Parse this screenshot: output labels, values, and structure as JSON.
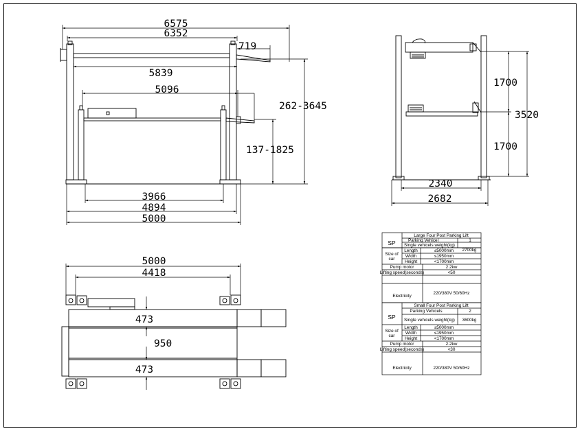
{
  "dims": {
    "front": {
      "overall_top": "6575",
      "span_top": "6352",
      "ramp": "719",
      "inner_span": "5839",
      "platform_span": "5096",
      "height_range": "262-3645",
      "lift_range": "137-1825",
      "post_inner": "3966",
      "post_outer": "4894",
      "overall_bottom": "5000"
    },
    "side": {
      "upper_level": "1700",
      "total_height": "3520",
      "lower_level": "1700",
      "inner_width": "2340",
      "outer_width": "2682"
    },
    "plan": {
      "overall": "5000",
      "inner": "4418",
      "runway_top": "473",
      "gap": "950",
      "runway_bottom": "473"
    }
  },
  "spec_tables": [
    {
      "title": "Large Four Post Parking Lift",
      "sp_label": "SP",
      "parking_label": "Parking Vehicel",
      "parking_value": "1",
      "weight_label": "Single vehicels weight(kg)",
      "weight_value": "2700kg",
      "size_label_1": "Size of",
      "size_label_2": "car",
      "length_label": "Length",
      "length_value": "≤5000mm",
      "width_label": "Width",
      "width_value": "≤1950mm",
      "height_label": "Height",
      "height_value": "<1700mm",
      "pump_label": "Pump motor",
      "pump_value": "2.2kw",
      "speed_label": "Lifting speed(seconds)",
      "speed_value": "<50",
      "elec_label": "Electricity",
      "elec_value": "220/380V 50/60Hz"
    },
    {
      "title": "Small Four Post Parking Lift",
      "sp_label": "SP",
      "parking_label": "Parking Vehicels",
      "parking_value": "2",
      "weight_label": "Single vehicels weight(kg)",
      "weight_value": "3600kg",
      "size_label_1": "Size of",
      "size_label_2": "car",
      "length_label": "Length",
      "length_value": "≤5000mm",
      "width_label": "Width",
      "width_value": "≤1950mm",
      "height_label": "Height",
      "height_value": "<1700mm",
      "pump_label": "Pump motor",
      "pump_value": "2.2kw",
      "speed_label": "Lifting speed(seconds)",
      "speed_value": "<30",
      "elec_label": "Electricity",
      "elec_value": "220/380V 50/60Hz"
    }
  ]
}
